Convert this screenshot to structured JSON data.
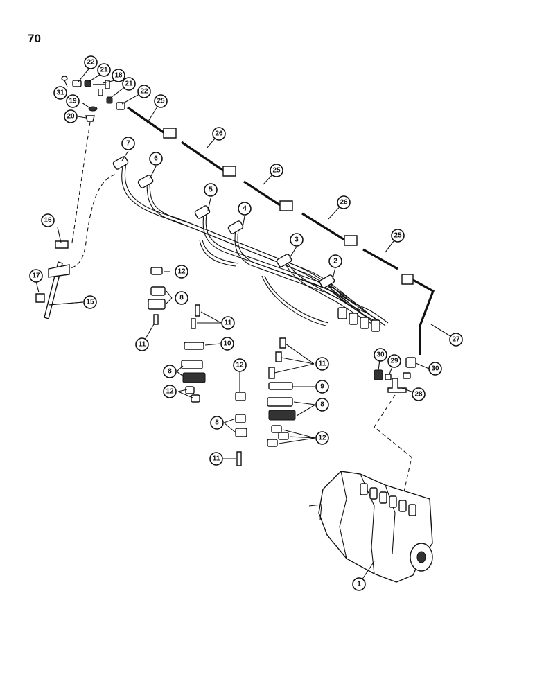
{
  "page": {
    "number": "70"
  },
  "callouts": [
    "1",
    "2",
    "3",
    "4",
    "5",
    "6",
    "7",
    "8",
    "9",
    "10",
    "11",
    "12",
    "15",
    "16",
    "17",
    "18",
    "19",
    "20",
    "21",
    "22",
    "25",
    "26",
    "27",
    "28",
    "29",
    "30",
    "31"
  ]
}
